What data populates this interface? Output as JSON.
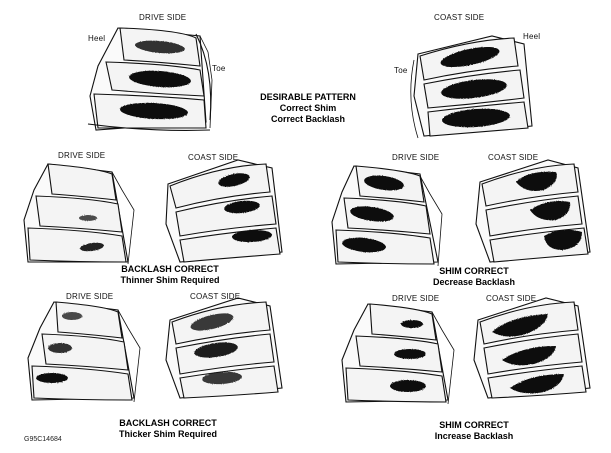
{
  "labels": {
    "drive_side": "DRIVE SIDE",
    "coast_side": "COAST SIDE",
    "heel": "Heel",
    "toe": "Toe"
  },
  "captions": {
    "desirable": {
      "title": "DESIRABLE PATTERN",
      "line1": "Correct Shim",
      "line2": "Correct Backlash"
    },
    "backlash_thinner": {
      "title": "BACKLASH CORRECT",
      "line1": "Thinner Shim Required"
    },
    "shim_decrease": {
      "title": "SHIM CORRECT",
      "line1": "Decrease Backlash"
    },
    "backlash_thicker": {
      "title": "BACKLASH CORRECT",
      "line1": "Thicker Shim Required"
    },
    "shim_increase": {
      "title": "SHIM CORRECT",
      "line1": "Increase Backlash"
    }
  },
  "figure_code": "G95C14684",
  "colors": {
    "ink": "#111111",
    "tooth": "#f4f4f4",
    "contact": "#0b0b0b"
  }
}
